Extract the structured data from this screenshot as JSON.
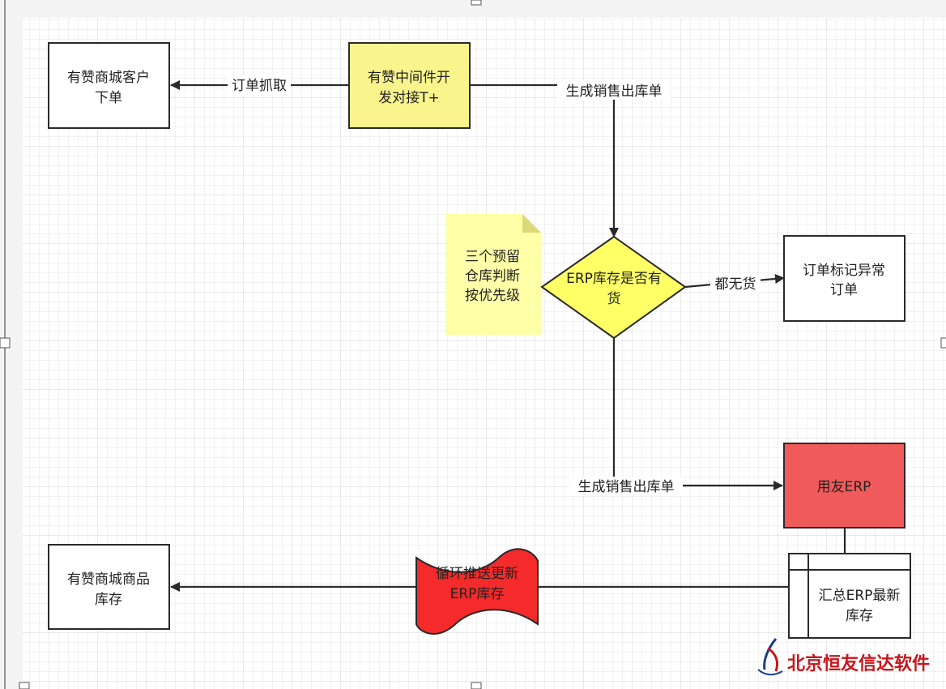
{
  "nodes": {
    "youzan_customer_order": {
      "line1": "有赞商城客户",
      "line2": "下单"
    },
    "youzan_middleware": {
      "line1": "有赞中间件开",
      "line2": "发对接T+"
    },
    "note_warehouse": {
      "line1": "三个预留",
      "line2": "仓库判断",
      "line3": "按优先级"
    },
    "erp_stock_decision": {
      "line1": "ERP库存是否有",
      "line2": "货"
    },
    "mark_abnormal_order": {
      "line1": "订单标记异常",
      "line2": "订单"
    },
    "yonyou_erp": {
      "label": "用友ERP"
    },
    "summary_erp_stock": {
      "line1": "汇总ERP最新",
      "line2": "库存"
    },
    "loop_push_update": {
      "line1": "循环推送更新",
      "line2": "ERP库存"
    },
    "youzan_product_stock": {
      "line1": "有赞商城商品",
      "line2": "库存"
    }
  },
  "edges": {
    "order_fetch": "订单抓取",
    "gen_sales_out_1": "生成销售出库单",
    "no_stock": "都无货",
    "gen_sales_out_2": "生成销售出库单"
  },
  "watermark": {
    "text": "北京恒友信达软件"
  },
  "colors": {
    "middleware_fill": "#f9f48c",
    "decision_fill": "#ffff66",
    "note_fill": "#ffffa8",
    "erp_fill": "#f15a5a",
    "push_fill": "#f52a2a",
    "watermark": "#c8161d"
  }
}
